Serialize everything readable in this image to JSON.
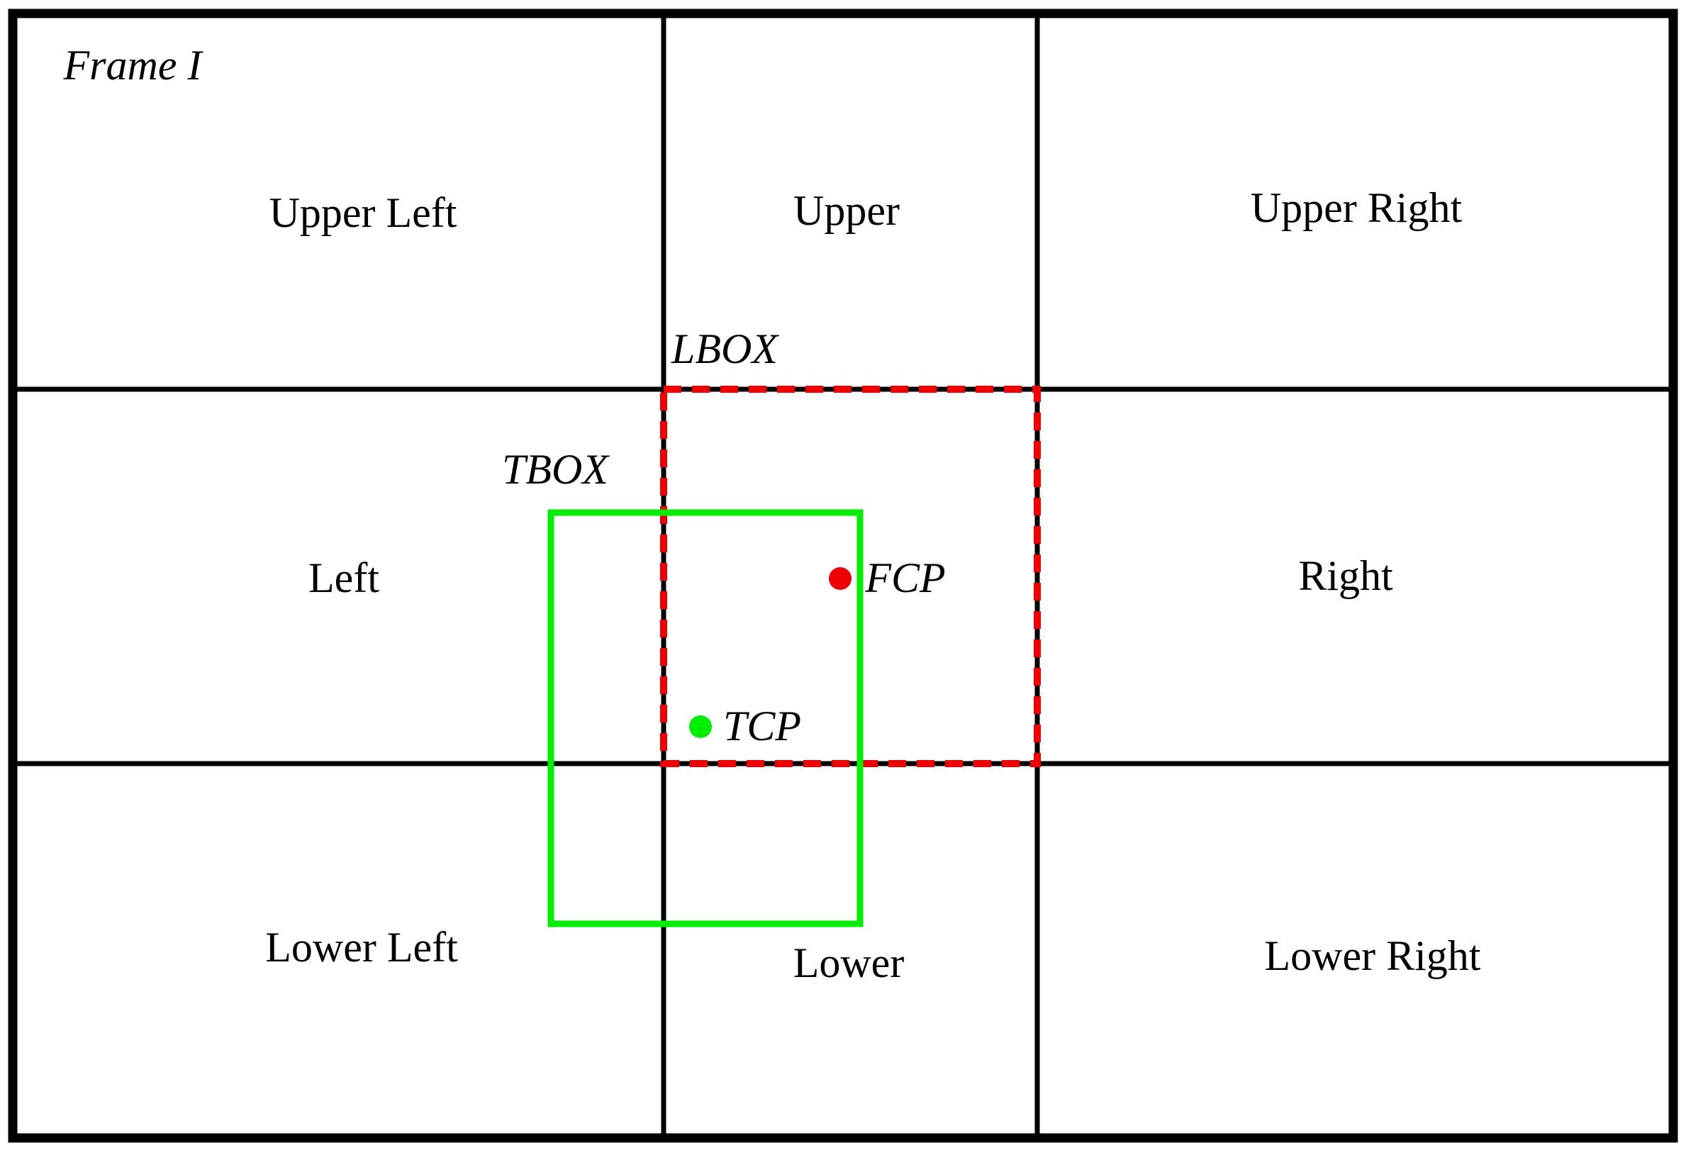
{
  "frame": {
    "title": "Frame I"
  },
  "regions": {
    "upper_left": {
      "label": "Upper Left"
    },
    "upper": {
      "label": "Upper"
    },
    "upper_right": {
      "label": "Upper Right"
    },
    "left": {
      "label": "Left"
    },
    "right": {
      "label": "Right"
    },
    "lower_left": {
      "label": "Lower Left"
    },
    "lower": {
      "label": "Lower"
    },
    "lower_right": {
      "label": "Lower Right"
    }
  },
  "boxes": {
    "lbox": {
      "label": "LBOX",
      "color": "#f00000",
      "style": "dashed"
    },
    "tbox": {
      "label": "TBOX",
      "color": "#00ee00",
      "style": "solid"
    }
  },
  "points": {
    "fcp": {
      "label": "FCP",
      "color": "#f00000"
    },
    "tcp": {
      "label": "TCP",
      "color": "#00ee00"
    }
  },
  "colors": {
    "grid": "#000000",
    "background": "#ffffff"
  }
}
